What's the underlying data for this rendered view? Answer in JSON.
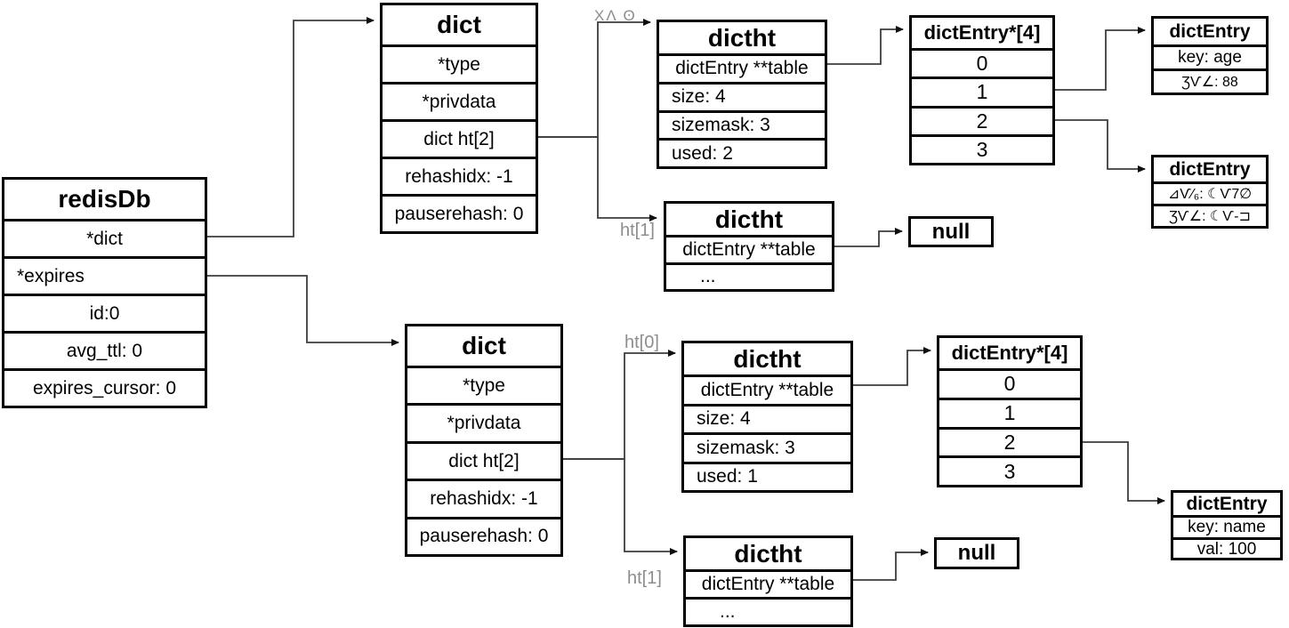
{
  "diagram": {
    "redisdb": {
      "title": "redisDb",
      "rows": [
        "*dict",
        "*expires",
        "id:0",
        "avg_ttl: 0",
        "expires_cursor: 0"
      ]
    },
    "dict_top": {
      "title": "dict",
      "rows": [
        "*type",
        "*privdata",
        "dict ht[2]",
        "rehashidx: -1",
        "pauserehash: 0"
      ]
    },
    "dict_bottom": {
      "title": "dict",
      "rows": [
        "*type",
        "*privdata",
        "dict ht[2]",
        "rehashidx: -1",
        "pauserehash: 0"
      ]
    },
    "dictht_top0": {
      "title": "dictht",
      "rows": [
        "dictEntry **table",
        "size: 4",
        "sizemask: 3",
        "used: 2"
      ]
    },
    "dictht_top1": {
      "title": "dictht",
      "rows": [
        "dictEntry **table",
        "..."
      ]
    },
    "dictht_bottom0": {
      "title": "dictht",
      "rows": [
        "dictEntry **table",
        "size: 4",
        "sizemask: 3",
        "used: 1"
      ]
    },
    "dictht_bottom1": {
      "title": "dictht",
      "rows": [
        "dictEntry **table",
        "..."
      ]
    },
    "array_top": {
      "title": "dictEntry*[4]",
      "rows": [
        "0",
        "1",
        "2",
        "3"
      ]
    },
    "array_bottom": {
      "title": "dictEntry*[4]",
      "rows": [
        "0",
        "1",
        "2",
        "3"
      ]
    },
    "entry_age": {
      "title": "dictEntry",
      "rows": [
        "key: age",
        "ƷѴ∠: 88"
      ]
    },
    "entry_garbled": {
      "title": "dictEntry",
      "rows": [
        "⊿Ѵ⁄₆: ☾Ѵ7∅",
        "ƷѴ∠: ☾Ѵ-⊐"
      ]
    },
    "entry_name": {
      "title": "dictEntry",
      "rows": [
        "key: name",
        "val: 100"
      ]
    },
    "null_top": {
      "title": "null"
    },
    "null_bottom": {
      "title": "null"
    },
    "labels": {
      "ht0_top": "XΛ ʘ",
      "ht1_top": "ht[1]",
      "ht0_bottom": "ht[0]",
      "ht1_bottom": "ht[1]"
    }
  },
  "colors": {
    "background": "#ffffff",
    "box_border": "#000000",
    "text": "#000000",
    "pointer_label_gray": "#8d8d8d",
    "arrow_line": "#3d3d3d",
    "arrow_head": "#101010"
  }
}
